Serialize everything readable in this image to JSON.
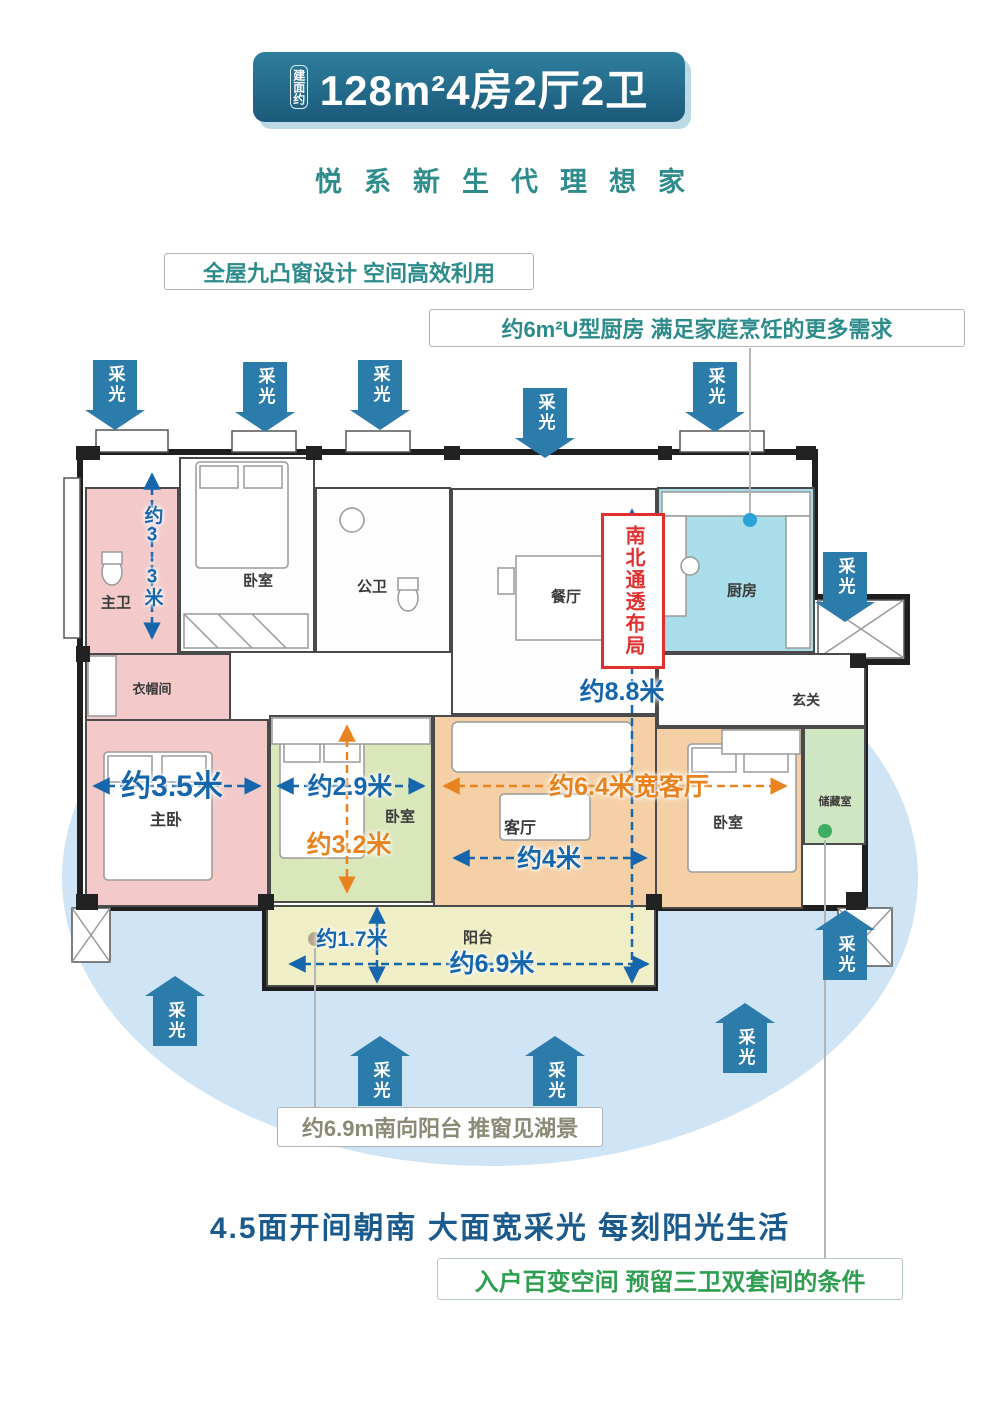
{
  "header": {
    "badge": "建面约",
    "title": "128m²4房2厅2卫",
    "subtitle": "悦系新生代理想家"
  },
  "callouts": {
    "bay_window": "全屋九凸窗设计 空间高效利用",
    "kitchen": "约6m²U型厨房 满足家庭烹饪的更多需求",
    "ns_layout": "南北通透布局",
    "balcony": "约6.9m南向阳台 推窗见湖景",
    "south": "4.5面开间朝南 大面宽采光 每刻阳光生活",
    "entry": "入户百变空间 预留三卫双套间的条件"
  },
  "daylight": {
    "label": "采光"
  },
  "rooms": {
    "master_bath": "主卫",
    "cloakroom": "衣帽间",
    "master_bedroom": "主卧",
    "bedroom_top": "卧室",
    "public_bath": "公卫",
    "dining": "餐厅",
    "kitchen": "厨房",
    "hallway": "玄关",
    "bedroom_mid": "卧室",
    "living": "客厅",
    "bedroom_right": "卧室",
    "storage": "储藏室",
    "balcony": "阳台"
  },
  "dimensions": {
    "bath_depth": "约3.3米",
    "master_width": "约3.5米",
    "bedroom_mid_width": "约2.9米",
    "bedroom_mid_depth": "约3.2米",
    "living_span": "约6.4米宽客厅",
    "living_width": "约4米",
    "ns_depth": "约8.8米",
    "balcony_depth": "约1.7米",
    "balcony_width": "约6.9米"
  },
  "colors": {
    "dim_blue": "#1566ac",
    "dim_orange": "#e8831f",
    "highlight_red": "#e23030",
    "teal_text": "#2e8b8b",
    "green_text": "#2e9e50",
    "arrow_blue": "#2c7cab",
    "lake_blue": "#cfe4f4"
  }
}
